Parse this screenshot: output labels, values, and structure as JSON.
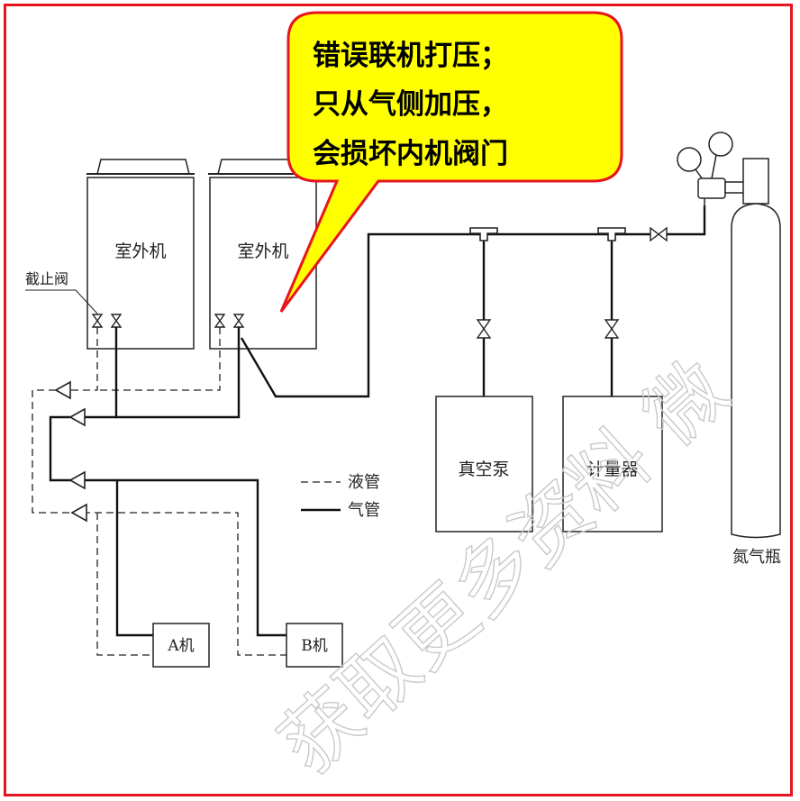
{
  "callout": {
    "lines": [
      "错误联机打压；",
      "只从气侧加压，",
      "会损坏内机阀门"
    ]
  },
  "outdoor_unit_1": {
    "label": "室外机"
  },
  "outdoor_unit_2": {
    "label": "室外机"
  },
  "stop_valve": {
    "label": "截止阀"
  },
  "vacuum_pump": {
    "label": "真空泵"
  },
  "meter": {
    "label": "计量器"
  },
  "nitrogen_bottle": {
    "label": "氮气瓶"
  },
  "indoor_unit_a": {
    "label": "A机"
  },
  "indoor_unit_b": {
    "label": "B机"
  },
  "legend": {
    "liquid_pipe": "液管",
    "gas_pipe": "气管"
  },
  "watermark": "获取更多资料 微",
  "colors": {
    "frame": "#e8141e",
    "callout_fill": "#ffff00",
    "callout_stroke": "#e8141e"
  }
}
